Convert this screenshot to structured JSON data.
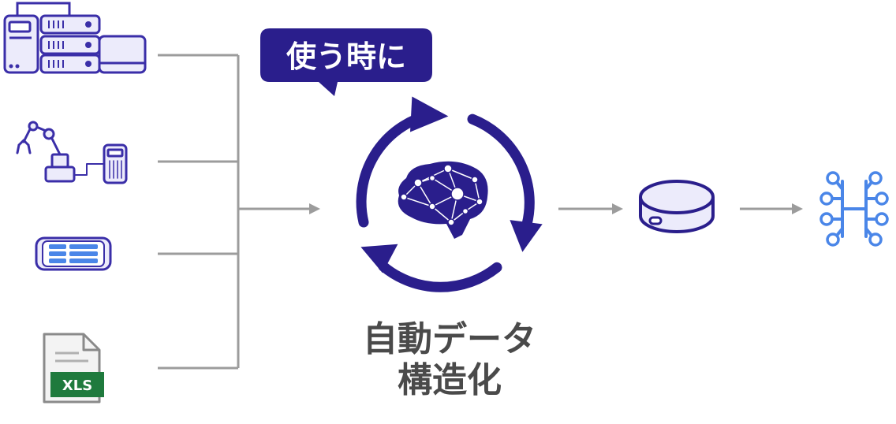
{
  "bubble": {
    "label": "使う時に"
  },
  "center": {
    "line1": "自動データ",
    "line2": "構造化"
  },
  "file_icon": {
    "label": "XLS"
  },
  "colors": {
    "navy": "#2a1e8c",
    "indigo_stroke": "#3a2ea8",
    "icon_fill": "#ecebfb",
    "gray_line": "#9c9c9c",
    "blue_icon": "#4a86e8",
    "xls_green": "#1f7a3d",
    "caption_gray": "#4a4a4a"
  },
  "icons": [
    "server-rack-icon",
    "robot-arm-icon",
    "device-panel-icon",
    "xls-file-icon",
    "cycle-arrows-icon",
    "brain-network-icon",
    "database-disk-icon",
    "circuit-nodes-icon"
  ]
}
